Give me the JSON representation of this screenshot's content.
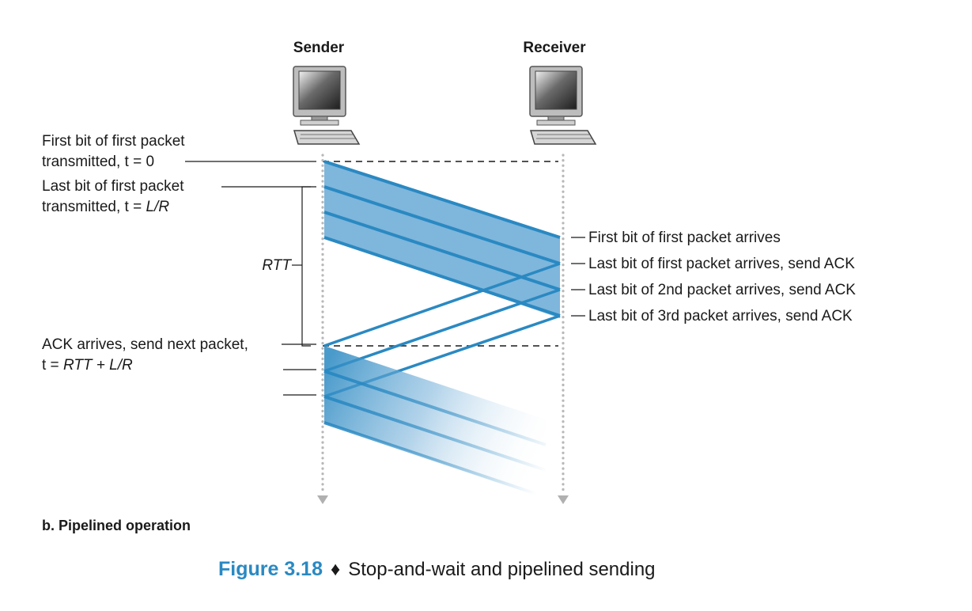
{
  "diagram": {
    "sender_label": "Sender",
    "receiver_label": "Receiver",
    "left_labels": {
      "first_bit_line1": "First bit of first packet",
      "first_bit_line2": "transmitted, t = 0",
      "last_bit_line1": "Last bit of first packet",
      "last_bit_line2_prefix": "transmitted, t = ",
      "last_bit_line2_var": "L/R",
      "rtt": "RTT",
      "ack_line1": "ACK arrives, send next packet,",
      "ack_line2_prefix": "t = ",
      "ack_line2_var": "RTT + L/R"
    },
    "right_labels": [
      "First bit of first packet arrives",
      "Last bit of first packet arrives, send ACK",
      "Last bit of 2nd packet arrives, send ACK",
      "Last bit of 3rd packet arrives, send ACK"
    ],
    "subcaption": "b. Pipelined operation",
    "colors": {
      "packet_fill": "#7fb6dc",
      "line": "#2a89c2",
      "text": "#1a1a1a",
      "timeline_dots": "#b8b8b8"
    }
  },
  "figure_caption": {
    "number": "Figure 3.18",
    "separator": "♦",
    "text": "Stop-and-wait and pipelined sending"
  }
}
